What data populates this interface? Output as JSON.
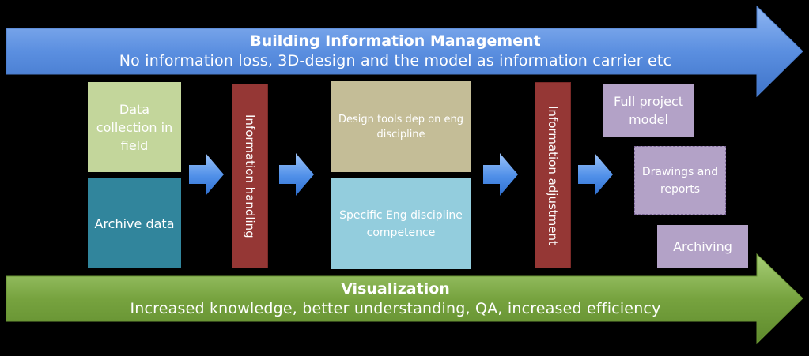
{
  "top_banner": {
    "title": "Building Information Management",
    "subtitle": "No information loss, 3D-design and the model as information carrier etc"
  },
  "bottom_banner": {
    "title": "Visualization",
    "subtitle": "Increased knowledge, better understanding, QA, increased efficiency"
  },
  "inputs": {
    "field_data": "Data collection in field",
    "archive_data": "Archive data"
  },
  "information_handling": "Information handling",
  "design": {
    "tools": "Design tools dep on eng discipline",
    "competence": "Specific Eng discipline competence"
  },
  "information_adjustment": "Information adjustment",
  "outputs": {
    "full_model": "Full project model",
    "drawings": "Drawings and reports",
    "archiving": "Archiving"
  },
  "colors": {
    "top_banner_arrow": "#5b8fe0",
    "bottom_banner_arrow": "#77a33f",
    "field_data_box": "#c3d69b",
    "archive_data_box": "#31859c",
    "information_bar": "#953735",
    "design_tools_box": "#c4bd97",
    "competence_box": "#93cddd",
    "output_boxes": "#b3a2c7",
    "small_arrows": "#4f8fe8"
  },
  "icons": {
    "flow_arrow": "right-arrow-icon"
  }
}
